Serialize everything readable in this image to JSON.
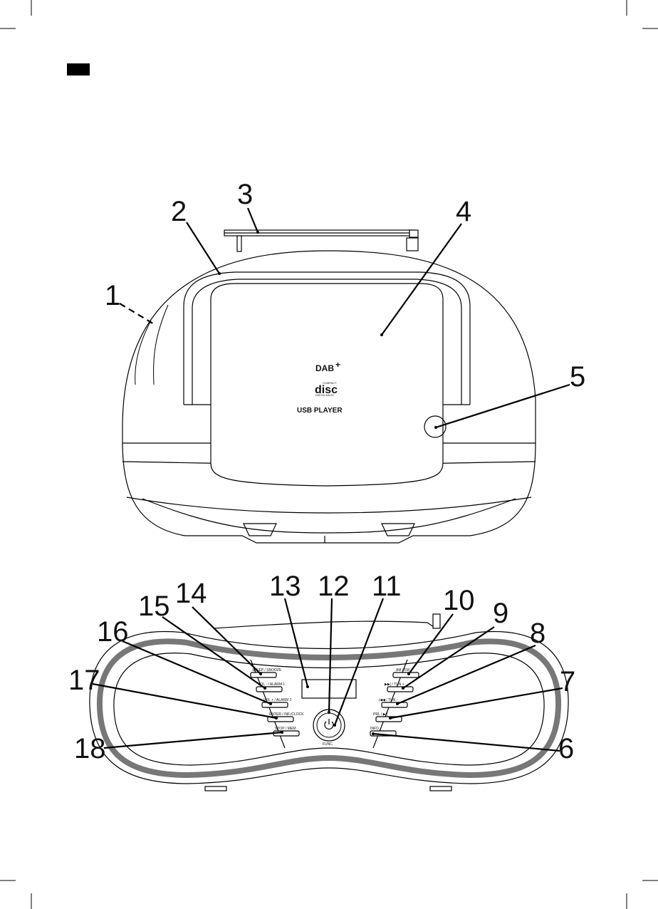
{
  "callouts": {
    "n1": "1",
    "n2": "2",
    "n3": "3",
    "n4": "4",
    "n5": "5",
    "n6": "6",
    "n7": "7",
    "n8": "8",
    "n9": "9",
    "n10": "10",
    "n11": "11",
    "n12": "12",
    "n13": "13",
    "n14": "14",
    "n15": "15",
    "n16": "16",
    "n17": "17",
    "n18": "18"
  },
  "device_front": {
    "dab_logo": "DAB",
    "dab_plus": "+",
    "disc_small": "COMPACT",
    "disc_big": "disc",
    "disc_sub": "DIGITAL AUDIO",
    "usb_text": "USB PLAYER"
  },
  "panel_labels": {
    "sleep_snooze": "SLEEP / SNOOZE",
    "vol_alarm1": "VOL - / ALARM 1",
    "vol_alarm2": "VOL + / ALARM 2",
    "enter_clock": "ENTER / INF./CLOCK",
    "stop_mem": "STOP / MEM.",
    "func": "FUNC.",
    "am_fm": "AM / FM",
    "next_tun": "▶▶| / TUN +",
    "prev_tun": "|◀◀ / TUN -",
    "pr_play": "PRL / ▶||",
    "info": "INFO"
  }
}
